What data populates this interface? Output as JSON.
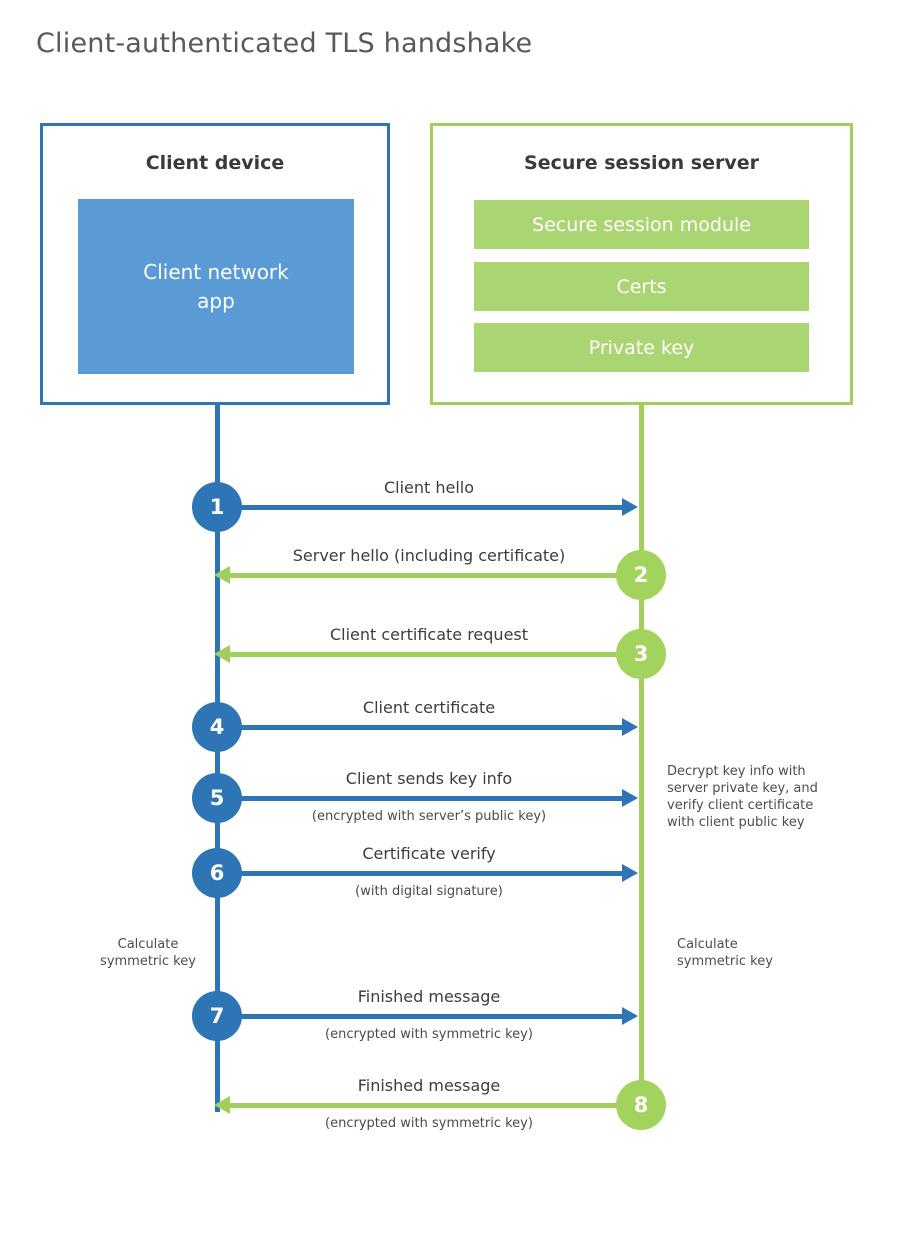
{
  "title": "Client-authenticated TLS handshake",
  "colors": {
    "blue_stroke": "#2e75b6",
    "blue_fill": "#5b9bd5",
    "green_stroke": "#a2ce5d",
    "green_fill": "#abd573",
    "title_text": "#57595b",
    "label_text": "#3d3d3d"
  },
  "client": {
    "title": "Client device",
    "app_label": "Client network\napp"
  },
  "server": {
    "title": "Secure session server",
    "modules": [
      "Secure session module",
      "Certs",
      "Private key"
    ]
  },
  "steps": [
    {
      "number": "1",
      "from": "client",
      "to": "server",
      "label": "Client hello",
      "sublabel": ""
    },
    {
      "number": "2",
      "from": "server",
      "to": "client",
      "label": "Server hello (including certificate)",
      "sublabel": ""
    },
    {
      "number": "3",
      "from": "server",
      "to": "client",
      "label": "Client certificate request",
      "sublabel": ""
    },
    {
      "number": "4",
      "from": "client",
      "to": "server",
      "label": "Client certificate",
      "sublabel": ""
    },
    {
      "number": "5",
      "from": "client",
      "to": "server",
      "label": "Client sends key info",
      "sublabel": "(encrypted with server’s public key)"
    },
    {
      "number": "6",
      "from": "client",
      "to": "server",
      "label": "Certificate verify",
      "sublabel": "(with digital signature)"
    },
    {
      "number": "7",
      "from": "client",
      "to": "server",
      "label": "Finished message",
      "sublabel": "(encrypted with symmetric key)"
    },
    {
      "number": "8",
      "from": "server",
      "to": "client",
      "label": "Finished message",
      "sublabel": "(encrypted with symmetric key)"
    }
  ],
  "annotations": {
    "decrypt_note": "Decrypt key info with\nserver private key, and\nverify client certificate\nwith client public key",
    "calculate_left": "Calculate\nsymmetric key",
    "calculate_right": "Calculate\nsymmetric key"
  }
}
